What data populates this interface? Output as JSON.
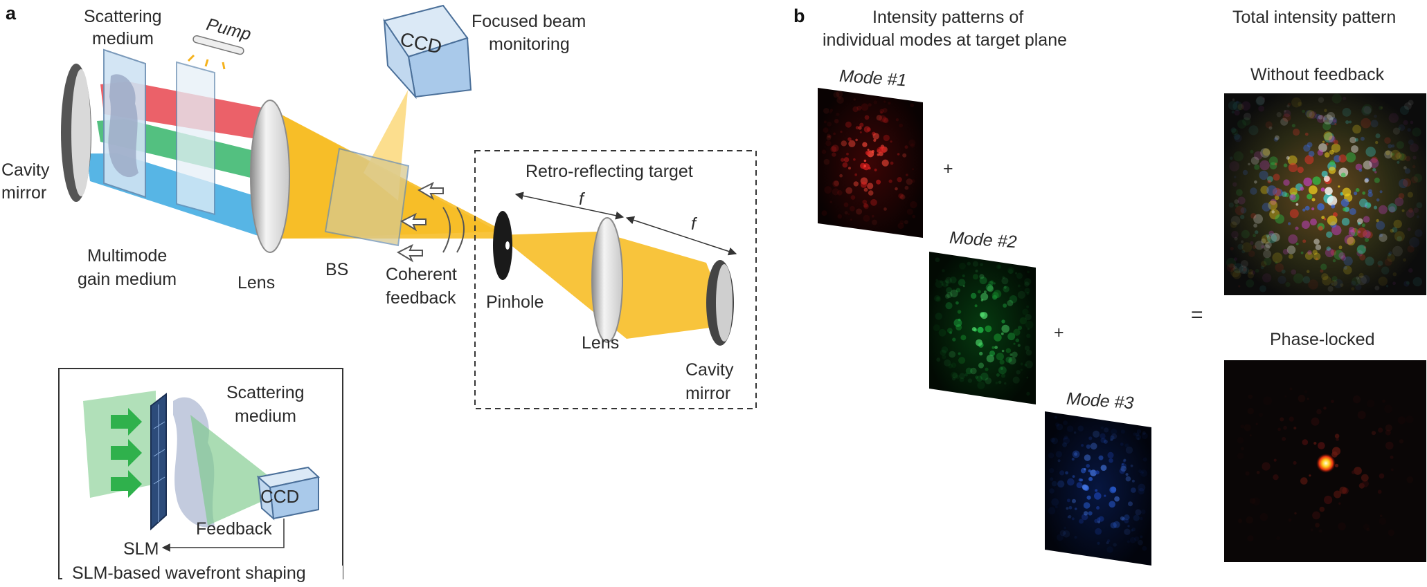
{
  "panel_a": {
    "letter": "a",
    "scattering_medium": [
      "Scattering",
      "medium"
    ],
    "pump": "Pump",
    "ccd": "CCD",
    "focused_beam": [
      "Focused beam",
      "monitoring"
    ],
    "cavity_mirror_left": [
      "Cavity",
      "mirror"
    ],
    "multimode": [
      "Multimode",
      "gain medium"
    ],
    "lens_left": "Lens",
    "bs": "BS",
    "coherent_feedback": [
      "Coherent",
      "feedback"
    ],
    "retro_target": "Retro-reflecting target",
    "f1": "f",
    "f2": "f",
    "pinhole": "Pinhole",
    "lens_right": "Lens",
    "cavity_mirror_right": [
      "Cavity",
      "mirror"
    ]
  },
  "inset": {
    "scattering_medium": [
      "Scattering",
      "medium"
    ],
    "ccd": "CCD",
    "feedback": "Feedback",
    "slm": "SLM",
    "caption": "SLM-based wavefront shaping"
  },
  "panel_b": {
    "letter": "b",
    "individual_title": [
      "Intensity patterns of",
      "individual modes at target plane"
    ],
    "total_title": "Total intensity pattern",
    "mode1": "Mode #1",
    "mode2": "Mode #2",
    "mode3": "Mode #3",
    "plus": "+",
    "equals": "=",
    "without_feedback": "Without feedback",
    "phase_locked": "Phase-locked"
  },
  "colors": {
    "beam_red": "#e8454f",
    "beam_green": "#35b56a",
    "beam_blue": "#3aa8e0",
    "focus_yellow": "#f7be27",
    "optic_blue": "#cfe3f3",
    "mode_red": "#d81e1e",
    "mode_green": "#22c04a",
    "mode_blue": "#2a5fd8"
  }
}
